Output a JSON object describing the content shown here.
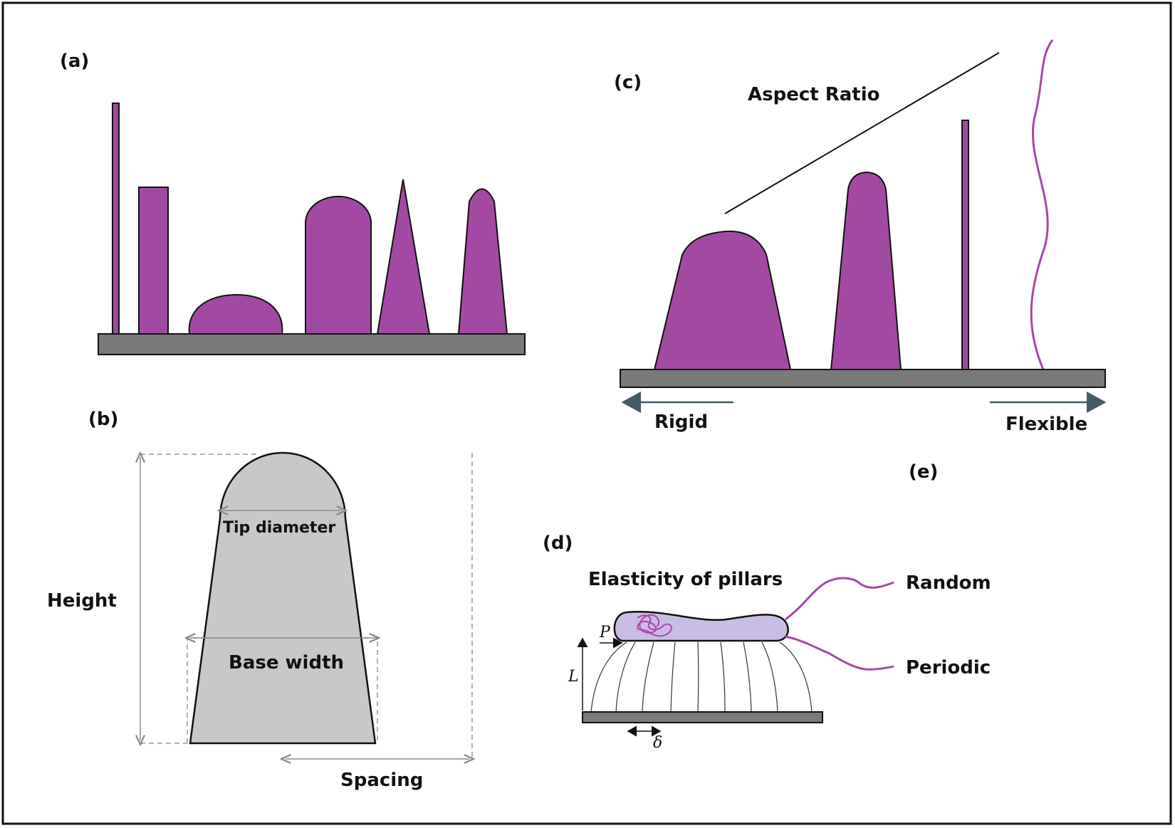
{
  "panels": {
    "a": {
      "label": "(a)"
    },
    "b": {
      "label": "(b)",
      "height_label": "Height",
      "tip_label": "Tip diameter",
      "base_label": "Base width",
      "spacing_label": "Spacing"
    },
    "c": {
      "label": "(c)",
      "aspect_label": "Aspect Ratio",
      "rigid_label": "Rigid",
      "flexible_label": "Flexible"
    },
    "d": {
      "label": "(d)",
      "elasticity_label": "Elasticity of pillars",
      "p_label": "P",
      "l_label": "L",
      "delta_label": "δ"
    },
    "e": {
      "label": "(e)",
      "random_label": "Random",
      "periodic_label": "Periodic"
    }
  },
  "colors": {
    "pillar": "#a24aa3",
    "substrate": "#7a7a7a",
    "pillar_b": "#c8c8c8",
    "droplet": "#c9bde6",
    "wavy_line": "#a24aa3",
    "arrow": "#455a64"
  }
}
